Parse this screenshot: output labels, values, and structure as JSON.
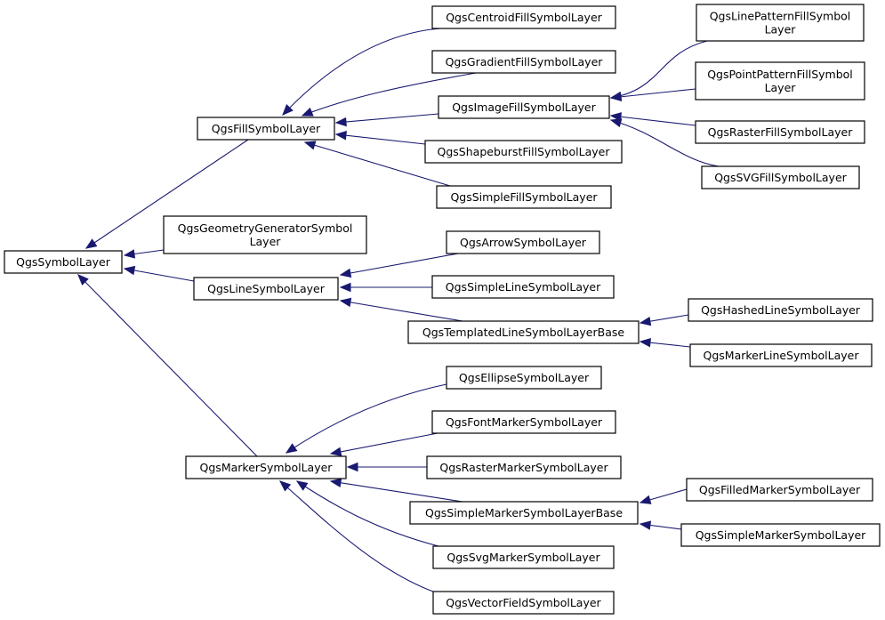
{
  "colors": {
    "edge": "#191970",
    "box_border": "#000000",
    "background": "#ffffff"
  },
  "nodes": [
    {
      "id": "symbol-layer",
      "lines": [
        "QgsSymbolLayer"
      ]
    },
    {
      "id": "fill-symbol-layer",
      "lines": [
        "QgsFillSymbolLayer"
      ]
    },
    {
      "id": "geometry-generator-symbol-layer",
      "lines": [
        "QgsGeometryGeneratorSymbol",
        "Layer"
      ]
    },
    {
      "id": "line-symbol-layer",
      "lines": [
        "QgsLineSymbolLayer"
      ]
    },
    {
      "id": "marker-symbol-layer",
      "lines": [
        "QgsMarkerSymbolLayer"
      ]
    },
    {
      "id": "centroid-fill-symbol-layer",
      "lines": [
        "QgsCentroidFillSymbolLayer"
      ]
    },
    {
      "id": "gradient-fill-symbol-layer",
      "lines": [
        "QgsGradientFillSymbolLayer"
      ]
    },
    {
      "id": "image-fill-symbol-layer",
      "lines": [
        "QgsImageFillSymbolLayer"
      ]
    },
    {
      "id": "shapeburst-fill-symbol-layer",
      "lines": [
        "QgsShapeburstFillSymbolLayer"
      ]
    },
    {
      "id": "simple-fill-symbol-layer",
      "lines": [
        "QgsSimpleFillSymbolLayer"
      ]
    },
    {
      "id": "line-pattern-fill-symbol-layer",
      "lines": [
        "QgsLinePatternFillSymbol",
        "Layer"
      ]
    },
    {
      "id": "point-pattern-fill-symbol-layer",
      "lines": [
        "QgsPointPatternFillSymbol",
        "Layer"
      ]
    },
    {
      "id": "raster-fill-symbol-layer",
      "lines": [
        "QgsRasterFillSymbolLayer"
      ]
    },
    {
      "id": "svg-fill-symbol-layer",
      "lines": [
        "QgsSVGFillSymbolLayer"
      ]
    },
    {
      "id": "arrow-symbol-layer",
      "lines": [
        "QgsArrowSymbolLayer"
      ]
    },
    {
      "id": "simple-line-symbol-layer",
      "lines": [
        "QgsSimpleLineSymbolLayer"
      ]
    },
    {
      "id": "templated-line-symbol-layer-base",
      "lines": [
        "QgsTemplatedLineSymbolLayerBase"
      ]
    },
    {
      "id": "hashed-line-symbol-layer",
      "lines": [
        "QgsHashedLineSymbolLayer"
      ]
    },
    {
      "id": "marker-line-symbol-layer",
      "lines": [
        "QgsMarkerLineSymbolLayer"
      ]
    },
    {
      "id": "ellipse-symbol-layer",
      "lines": [
        "QgsEllipseSymbolLayer"
      ]
    },
    {
      "id": "font-marker-symbol-layer",
      "lines": [
        "QgsFontMarkerSymbolLayer"
      ]
    },
    {
      "id": "raster-marker-symbol-layer",
      "lines": [
        "QgsRasterMarkerSymbolLayer"
      ]
    },
    {
      "id": "simple-marker-symbol-layer-base",
      "lines": [
        "QgsSimpleMarkerSymbolLayerBase"
      ]
    },
    {
      "id": "svg-marker-symbol-layer",
      "lines": [
        "QgsSvgMarkerSymbolLayer"
      ]
    },
    {
      "id": "vector-field-symbol-layer",
      "lines": [
        "QgsVectorFieldSymbolLayer"
      ]
    },
    {
      "id": "filled-marker-symbol-layer",
      "lines": [
        "QgsFilledMarkerSymbolLayer"
      ]
    },
    {
      "id": "simple-marker-symbol-layer",
      "lines": [
        "QgsSimpleMarkerSymbolLayer"
      ]
    }
  ],
  "edges": [
    {
      "child": "fill-symbol-layer",
      "parent": "symbol-layer"
    },
    {
      "child": "geometry-generator-symbol-layer",
      "parent": "symbol-layer"
    },
    {
      "child": "line-symbol-layer",
      "parent": "symbol-layer"
    },
    {
      "child": "marker-symbol-layer",
      "parent": "symbol-layer"
    },
    {
      "child": "centroid-fill-symbol-layer",
      "parent": "fill-symbol-layer"
    },
    {
      "child": "gradient-fill-symbol-layer",
      "parent": "fill-symbol-layer"
    },
    {
      "child": "image-fill-symbol-layer",
      "parent": "fill-symbol-layer"
    },
    {
      "child": "shapeburst-fill-symbol-layer",
      "parent": "fill-symbol-layer"
    },
    {
      "child": "simple-fill-symbol-layer",
      "parent": "fill-symbol-layer"
    },
    {
      "child": "line-pattern-fill-symbol-layer",
      "parent": "image-fill-symbol-layer"
    },
    {
      "child": "point-pattern-fill-symbol-layer",
      "parent": "image-fill-symbol-layer"
    },
    {
      "child": "raster-fill-symbol-layer",
      "parent": "image-fill-symbol-layer"
    },
    {
      "child": "svg-fill-symbol-layer",
      "parent": "image-fill-symbol-layer"
    },
    {
      "child": "arrow-symbol-layer",
      "parent": "line-symbol-layer"
    },
    {
      "child": "simple-line-symbol-layer",
      "parent": "line-symbol-layer"
    },
    {
      "child": "templated-line-symbol-layer-base",
      "parent": "line-symbol-layer"
    },
    {
      "child": "hashed-line-symbol-layer",
      "parent": "templated-line-symbol-layer-base"
    },
    {
      "child": "marker-line-symbol-layer",
      "parent": "templated-line-symbol-layer-base"
    },
    {
      "child": "ellipse-symbol-layer",
      "parent": "marker-symbol-layer"
    },
    {
      "child": "font-marker-symbol-layer",
      "parent": "marker-symbol-layer"
    },
    {
      "child": "raster-marker-symbol-layer",
      "parent": "marker-symbol-layer"
    },
    {
      "child": "simple-marker-symbol-layer-base",
      "parent": "marker-symbol-layer"
    },
    {
      "child": "svg-marker-symbol-layer",
      "parent": "marker-symbol-layer"
    },
    {
      "child": "vector-field-symbol-layer",
      "parent": "marker-symbol-layer"
    },
    {
      "child": "filled-marker-symbol-layer",
      "parent": "simple-marker-symbol-layer-base"
    },
    {
      "child": "simple-marker-symbol-layer",
      "parent": "simple-marker-symbol-layer-base"
    }
  ]
}
